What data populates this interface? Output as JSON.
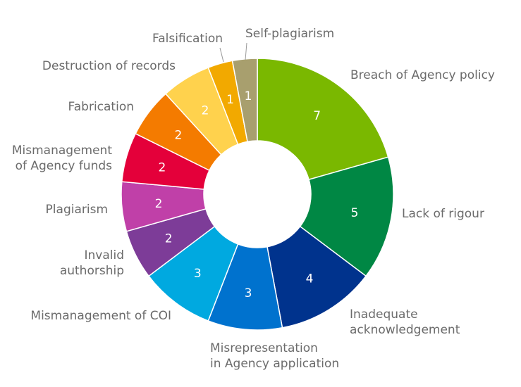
{
  "chart_data": {
    "type": "pie",
    "variant": "donut",
    "title": "",
    "slices": [
      {
        "label": [
          "Breach of Agency policy"
        ],
        "value": 7,
        "color": "#7ab800"
      },
      {
        "label": [
          "Lack of rigour"
        ],
        "value": 5,
        "color": "#008744"
      },
      {
        "label": [
          "Inadequate",
          "acknowledgement"
        ],
        "value": 4,
        "color": "#00338d"
      },
      {
        "label": [
          "Misrepresentation",
          "in Agency application"
        ],
        "value": 3,
        "color": "#0072ce"
      },
      {
        "label": [
          "Mismanagement of COI"
        ],
        "value": 3,
        "color": "#00a9e0"
      },
      {
        "label": [
          "Invalid",
          "authorship"
        ],
        "value": 2,
        "color": "#7d3c98"
      },
      {
        "label": [
          "Plagiarism"
        ],
        "value": 2,
        "color": "#c040a8"
      },
      {
        "label": [
          "Mismanagement",
          "of Agency funds"
        ],
        "value": 2,
        "color": "#e4003a"
      },
      {
        "label": [
          "Fabrication"
        ],
        "value": 2,
        "color": "#f47b00"
      },
      {
        "label": [
          "Destruction of records"
        ],
        "value": 2,
        "color": "#ffd24d"
      },
      {
        "label": [
          "Falsification"
        ],
        "value": 1,
        "color": "#f2a900"
      },
      {
        "label": [
          "Self-plagiarism"
        ],
        "value": 1,
        "color": "#a89f6e"
      }
    ]
  }
}
